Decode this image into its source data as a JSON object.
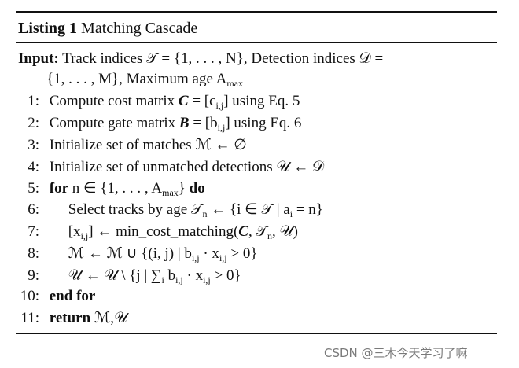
{
  "listing": {
    "label": "Listing 1",
    "title": "Matching Cascade",
    "input_label": "Input:",
    "input_line1": "Track indices 𝒯 = {1, . . . , N}, Detection indices 𝒟 =",
    "input_line2": "{1, . . . , M}, Maximum age A",
    "input_line2_sub": "max",
    "lines": [
      {
        "num": "1:",
        "text": "Compute cost matrix ",
        "math": "C",
        "rest": " = [c",
        "sub": "i,j",
        "tail": "] using Eq. 5"
      },
      {
        "num": "2:",
        "text": "Compute gate matrix ",
        "math": "B",
        "rest": " = [b",
        "sub": "i,j",
        "tail": "] using Eq. 6"
      },
      {
        "num": "3:",
        "text": "Initialize set of matches ℳ ← ∅"
      },
      {
        "num": "4:",
        "text": "Initialize set of unmatched detections 𝒰 ← 𝒟"
      },
      {
        "num": "5:",
        "kw1": "for",
        "text": " n ∈ {1, . . . , A",
        "sub": "max",
        "tail": "} ",
        "kw2": "do"
      },
      {
        "num": "6:",
        "text": "Select tracks by age 𝒯",
        "sub": "n",
        "tail": " ← {i ∈ 𝒯 | a",
        "sub2": "i",
        "tail2": " = n}"
      },
      {
        "num": "7:",
        "text": "[x",
        "sub": "i,j",
        "tail": "] ← min_cost_matching(",
        "math": "C",
        "tail2": ", 𝒯",
        "sub2": "n",
        "tail3": ", 𝒰)"
      },
      {
        "num": "8:",
        "text": "ℳ ← ℳ ∪ {(i, j) | b",
        "sub": "i,j",
        "tail": " · x",
        "sub2": "i,j",
        "tail2": " > 0}"
      },
      {
        "num": "9:",
        "text": "𝒰 ← 𝒰 \\ {j | ∑",
        "sub": "i",
        "tail": " b",
        "sub2": "i,j",
        "tail2": " · x",
        "sub3": "i,j",
        "tail3": " > 0}"
      },
      {
        "num": "10:",
        "kw1": "end for"
      },
      {
        "num": "11:",
        "kw1": "return",
        "text": "  ℳ,𝒰"
      }
    ]
  },
  "watermark": "CSDN @三木今天学习了嘛"
}
